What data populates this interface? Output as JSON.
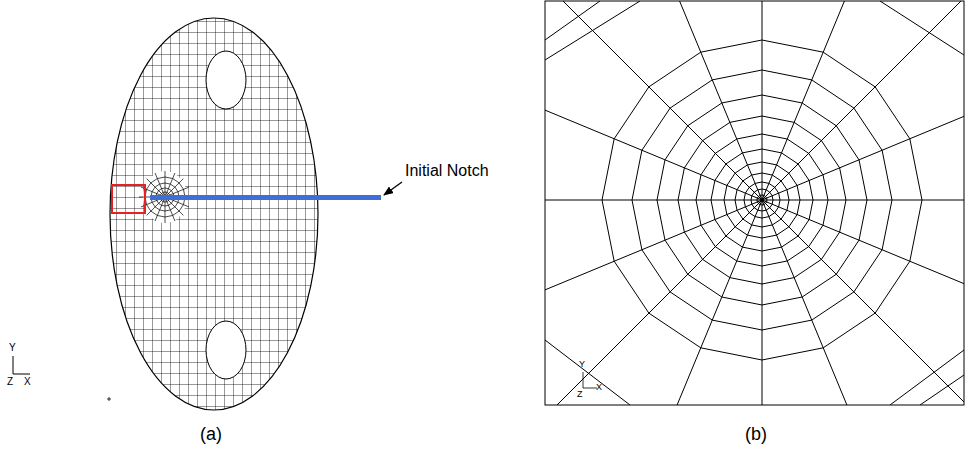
{
  "diagram": {
    "labels": [
      "Initial Notch",
      "(a)",
      "(b)",
      "Y",
      "Z",
      "X",
      "Y",
      "Z",
      "X"
    ]
  }
}
